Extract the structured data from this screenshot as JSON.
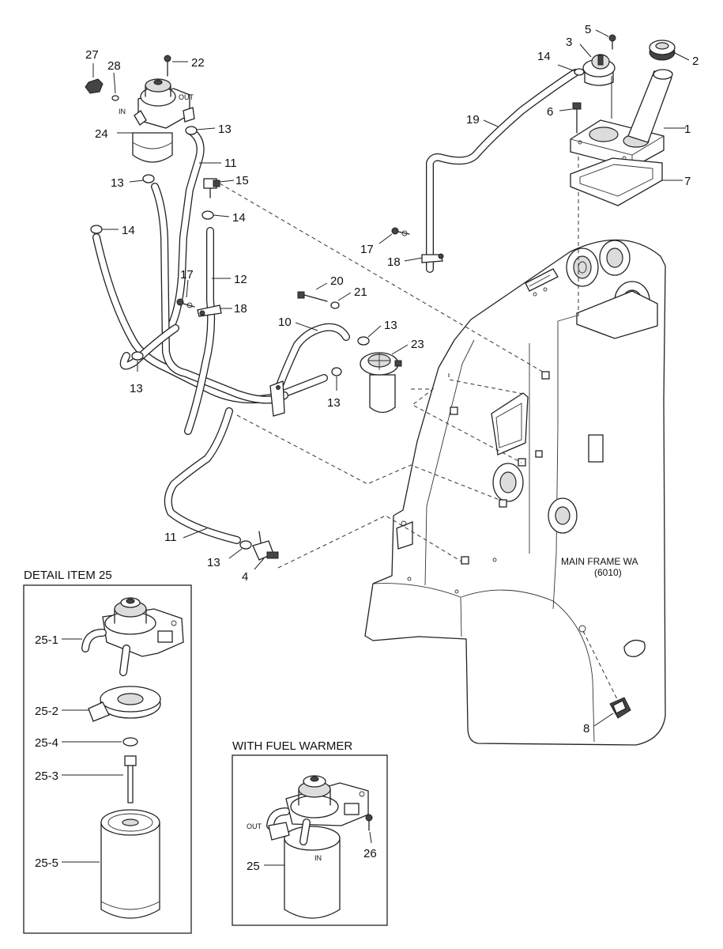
{
  "frame": {
    "name": "MAIN FRAME WA",
    "code": "(6010)"
  },
  "panels": {
    "detail_title": "DETAIL ITEM 25",
    "warmer_title": "WITH FUEL WARMER"
  },
  "port_labels": {
    "in": "IN",
    "out": "OUT"
  },
  "callouts": {
    "c1": "1",
    "c2": "2",
    "c3": "3",
    "c4": "4",
    "c5": "5",
    "c6": "6",
    "c7": "7",
    "c8": "8",
    "c10": "10",
    "c11a": "11",
    "c11b": "11",
    "c12": "12",
    "c13a": "13",
    "c13b": "13",
    "c13c": "13",
    "c13d": "13",
    "c13e": "13",
    "c13f": "13",
    "c14a": "14",
    "c14b": "14",
    "c14c": "14",
    "c15": "15",
    "c17a": "17",
    "c17b": "17",
    "c18a": "18",
    "c18b": "18",
    "c19": "19",
    "c20": "20",
    "c21": "21",
    "c22": "22",
    "c23": "23",
    "c24": "24",
    "c25": "25",
    "c26": "26",
    "c27": "27",
    "c28": "28",
    "c25_1": "25-1",
    "c25_2": "25-2",
    "c25_3": "25-3",
    "c25_4": "25-4",
    "c25_5": "25-5"
  }
}
